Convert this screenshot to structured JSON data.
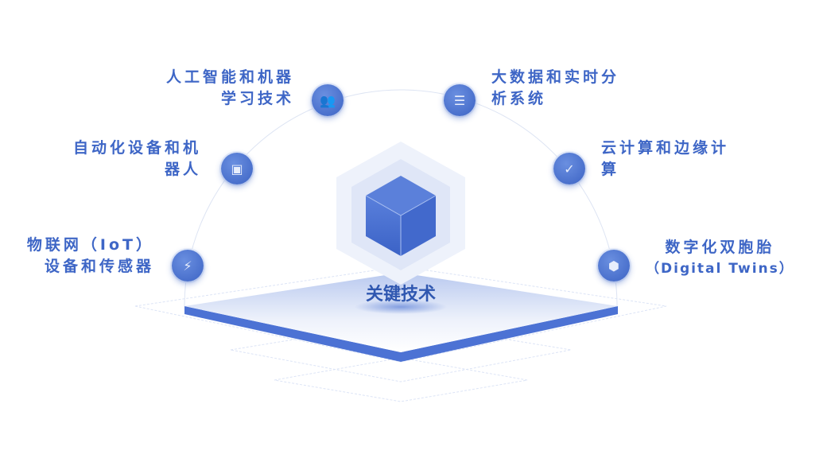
{
  "center_label": "关键技术",
  "items": [
    {
      "label_lines": [
        "人工智能和机器",
        "学习技术"
      ],
      "icon": "users-icon"
    },
    {
      "label_lines": [
        "自动化设备和机",
        "器人"
      ],
      "icon": "robot-icon"
    },
    {
      "label_lines": [
        "物联网（IoT）",
        "设备和传感器"
      ],
      "icon": "brain-bolt-icon"
    },
    {
      "label_lines": [
        "大数据和实时分",
        "析系统"
      ],
      "icon": "clipboard-icon"
    },
    {
      "label_lines": [
        "云计算和边缘计",
        "算"
      ],
      "icon": "clipboard-check-icon"
    },
    {
      "label_lines": [
        "数字化双胞胎",
        "（Digital Twins）"
      ],
      "icon": "box-icon"
    }
  ],
  "colors": {
    "accent": "#3e66c6",
    "light": "#e9eefa"
  }
}
